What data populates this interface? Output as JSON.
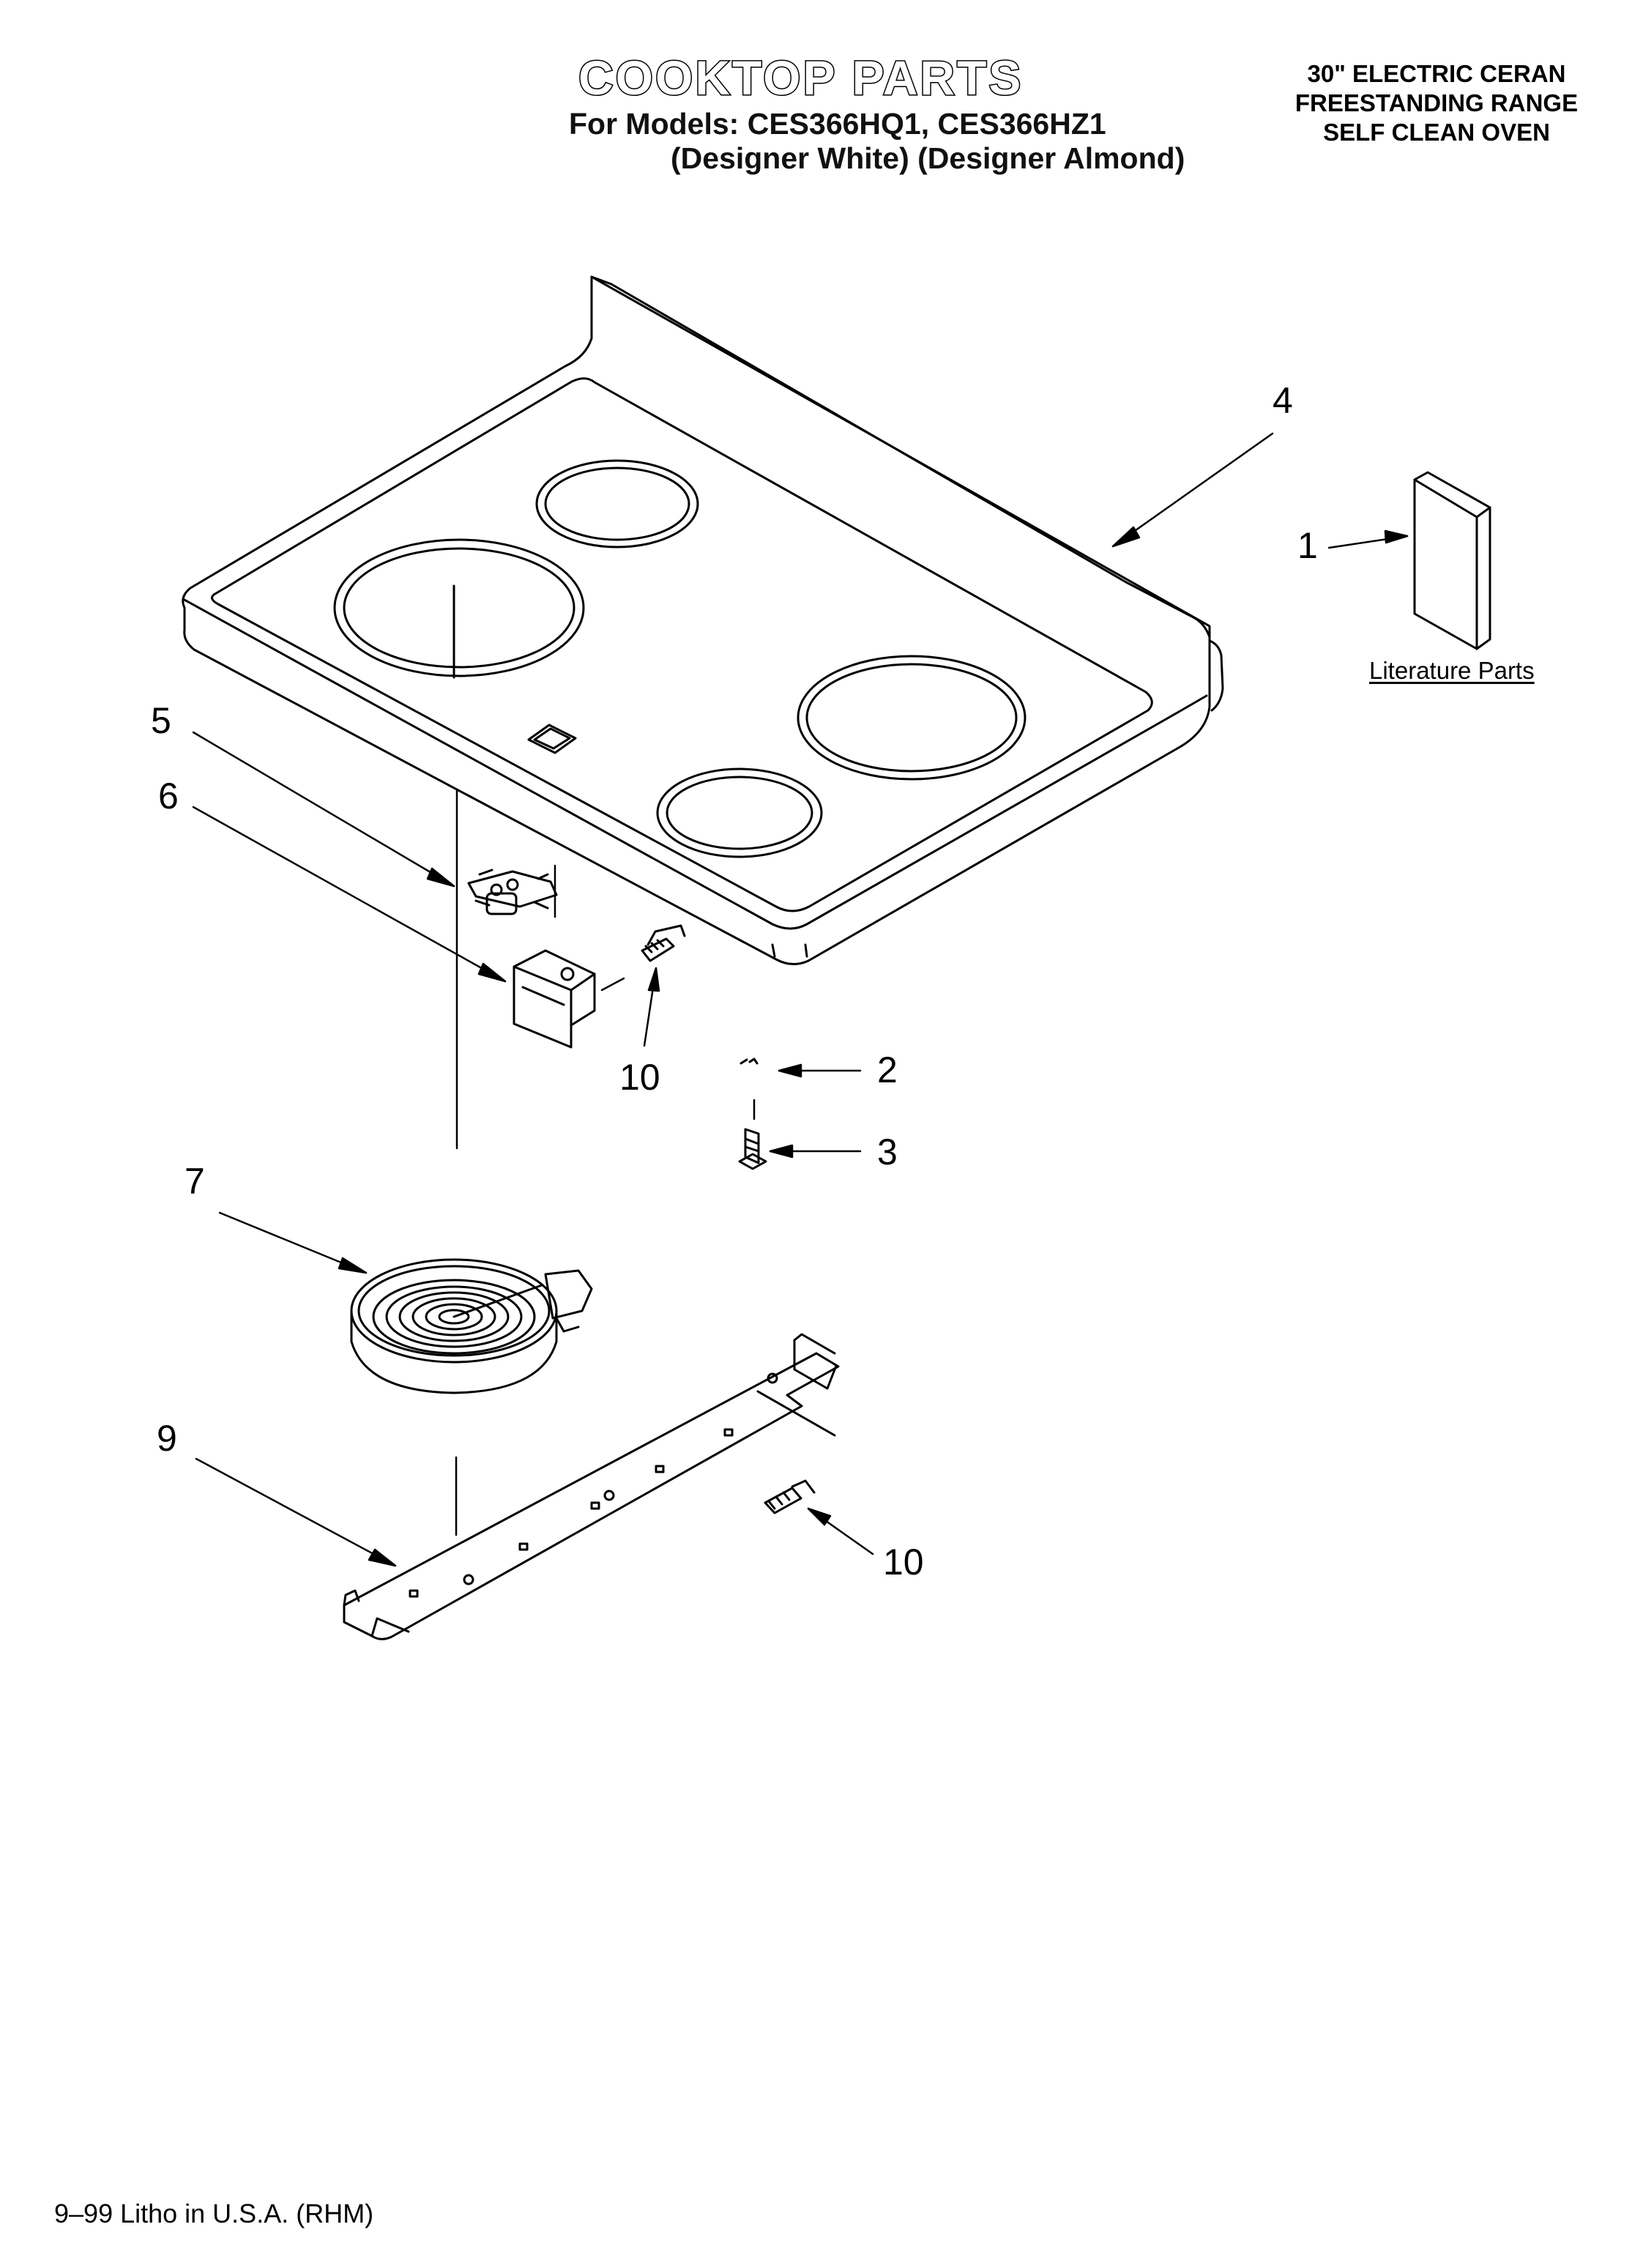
{
  "header": {
    "title": "COOKTOP PARTS",
    "models_line": "For Models: CES366HQ1, CES366HZ1",
    "finish_line": "(Designer White) (Designer Almond)"
  },
  "model_info": {
    "lines": [
      "30\" ELECTRIC CERAN",
      "FREESTANDING RANGE",
      "SELF CLEAN OVEN"
    ]
  },
  "literature_label": "Literature Parts",
  "callouts": [
    "4",
    "1",
    "5",
    "6",
    "10",
    "2",
    "3",
    "7",
    "9",
    "10"
  ],
  "footer": "9–99 Litho in U.S.A. (RHM)"
}
